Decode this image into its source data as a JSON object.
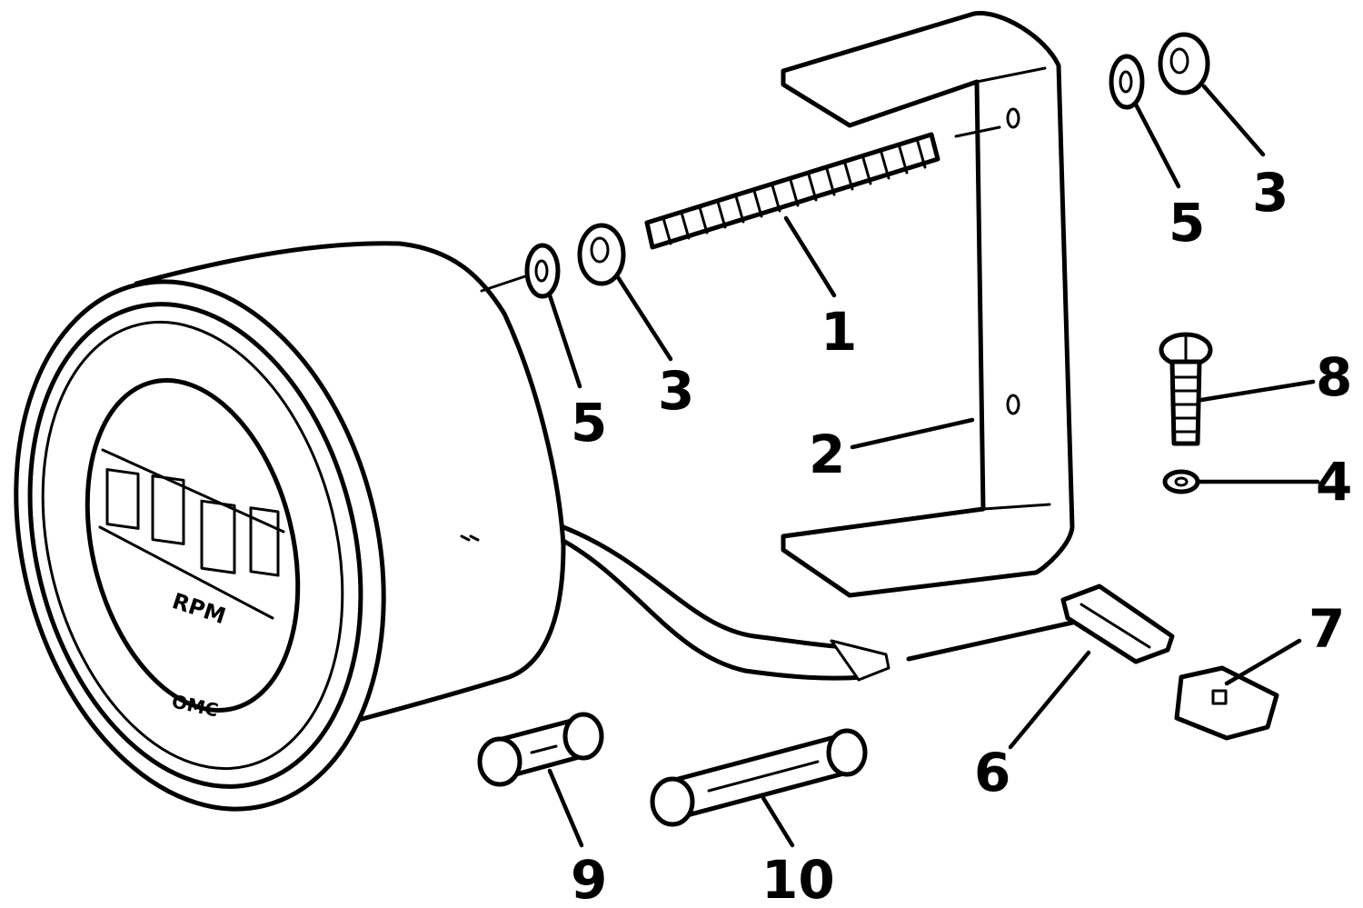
{
  "callouts": [
    {
      "id": "1",
      "label": "1"
    },
    {
      "id": "2",
      "label": "2"
    },
    {
      "id": "3a",
      "label": "3"
    },
    {
      "id": "3b",
      "label": "3"
    },
    {
      "id": "4",
      "label": "4"
    },
    {
      "id": "5a",
      "label": "5"
    },
    {
      "id": "5b",
      "label": "5"
    },
    {
      "id": "6",
      "label": "6"
    },
    {
      "id": "7",
      "label": "7"
    },
    {
      "id": "8",
      "label": "8"
    },
    {
      "id": "9",
      "label": "9"
    },
    {
      "id": "10",
      "label": "10"
    }
  ],
  "dial": {
    "brand": "OMC",
    "unit": "RPM"
  }
}
